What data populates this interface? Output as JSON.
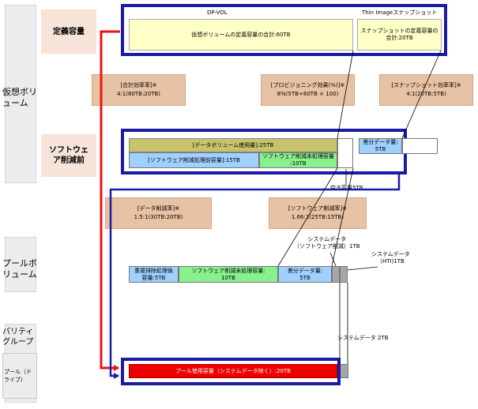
{
  "left": {
    "virtual_volume": "仮想ボリューム",
    "pool_volume": "プールボリューム",
    "parity_group": "パリティグループ",
    "pool_drive": "プール（ドライブ）"
  },
  "categories": {
    "defined_capacity": "定義容量",
    "before_software_reduction": "ソフトウェア削減前"
  },
  "header": {
    "dp_vol": "DP-VOL",
    "thin_image": "Thin Imageスナップショット"
  },
  "defined": {
    "virtual_total": "仮想ボリュームの定義容量の合計:60TB",
    "snapshot_total": "スナップショットの定義容量の合計:20TB"
  },
  "ratios": {
    "total_efficiency": {
      "title": "[合計効率率]※",
      "value": "4:1(80TB:20TB)"
    },
    "provisioning": {
      "title": "[プロビジョニング効果(%)]※",
      "value": "8%(5TB÷60TB × 100)"
    },
    "snapshot_efficiency": {
      "title": "[スナップショット効率率]※",
      "value": "4:1(20TB:5TB)"
    },
    "data_reduction": {
      "title": "[データ削減率]※",
      "value": "1.5:1(30TB:20TB)"
    },
    "software_reduction": {
      "title": "[ソフトウェア削減率]※",
      "value": "1.66:1(25TB:15TB)"
    }
  },
  "before": {
    "data_volume_usage": "[データボリューム使用量]:25TB",
    "before_processing": "[ソフトウェア削減処理前容量]:15TB",
    "unprocessed_line1": "ソフトウェア削減未処理容量",
    "unprocessed_line2": ":10TB",
    "diff_data_line1": "差分データ量:",
    "diff_data_line2": "5TB",
    "free_capacity": "空き容量5TB"
  },
  "pool": {
    "dedup_line1": "重複排除処理後",
    "dedup_line2": "容量:5TB",
    "unprocessed_line1": "ソフトウェア削減未処理容量:",
    "unprocessed_line2": "10TB",
    "diff_line1": "差分データ量:",
    "diff_line2": "5TB",
    "sysdata_sw_line1": "システムデータ",
    "sysdata_sw_line2": "（ソフトウェア削減）1TB",
    "sysdata_hti_line1": "システムデータ",
    "sysdata_hti_line2": "（HTI)1TB",
    "sysdata_2tb": "システムデータ 2TB",
    "pool_usage": "プール使用容量（システムデータ除く）:20TB"
  },
  "colors": {
    "red_arrow": "#ee1111",
    "blue_frame": "#1a1aa8",
    "yellow": "#ffffc8",
    "olive": "#c7c36d",
    "light_blue": "#9fd0ff",
    "light_green": "#88f08c",
    "tan": "#e8c2a4",
    "pool_red": "#ee0000"
  }
}
